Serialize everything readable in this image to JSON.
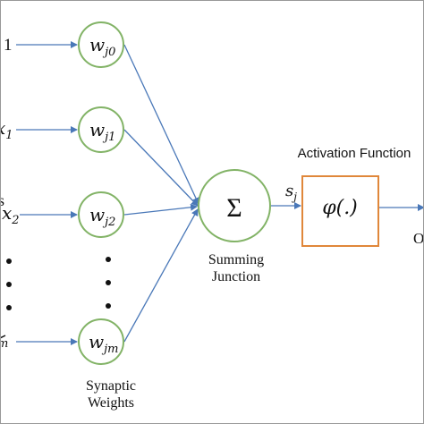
{
  "colors": {
    "node_stroke": "#82b366",
    "box_stroke": "#e0873a",
    "arrow": "#4a78b8",
    "text": "#111111"
  },
  "inputs": [
    {
      "base": "",
      "sub": "",
      "text": "1"
    },
    {
      "base": "x",
      "sub": "1"
    },
    {
      "base": "x",
      "sub": "2"
    },
    {
      "base": "",
      "sub": "m"
    }
  ],
  "cut_letter": "s",
  "weights": [
    {
      "base": "w",
      "sub": "j0"
    },
    {
      "base": "w",
      "sub": "j1"
    },
    {
      "base": "w",
      "sub": "j2"
    },
    {
      "base": "w",
      "sub": "jm"
    }
  ],
  "summing": {
    "symbol": "Σ",
    "label_line1": "Summing",
    "label_line2": "Junction"
  },
  "signal": {
    "base": "s",
    "sub": "j"
  },
  "activation": {
    "title": "Activation Function",
    "symbol": "φ(.)"
  },
  "synaptic": {
    "label_line1": "Synaptic",
    "label_line2": "Weights"
  },
  "output_cut": "O"
}
